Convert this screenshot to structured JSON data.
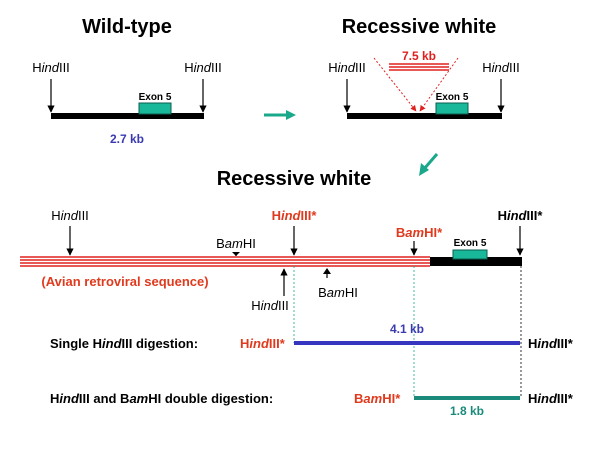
{
  "enzymes": {
    "hind": {
      "pre": "H",
      "ital": "ind",
      "post": "III"
    },
    "bam": {
      "pre": "B",
      "ital": "am",
      "post": "HI"
    },
    "star": "*"
  },
  "panels": {
    "wildtype": {
      "title": "Wild-type",
      "exon": "Exon 5",
      "size": "2.7 kb"
    },
    "recessive_top": {
      "title": "Recessive white",
      "exon": "Exon 5",
      "insert_size": "7.5 kb"
    },
    "recessive_bottom": {
      "title": "Recessive white",
      "exon": "Exon 5",
      "retro_label": "(Avian retroviral sequence)"
    }
  },
  "digests": {
    "single": {
      "label_a": "Single H",
      "label_ital": "ind",
      "label_b": "III digestion:",
      "size": "4.1 kb"
    },
    "double": {
      "label_a": "H",
      "label_ital1": "ind",
      "label_b": "III and B",
      "label_ital2": "am",
      "label_c": "HI double digestion:",
      "size": "1.8 kb"
    }
  },
  "colors": {
    "exon": "#1ab89a",
    "insert": "#e0201e",
    "single_fragment": "#3535c0",
    "double_fragment": "#1a8a7a"
  }
}
